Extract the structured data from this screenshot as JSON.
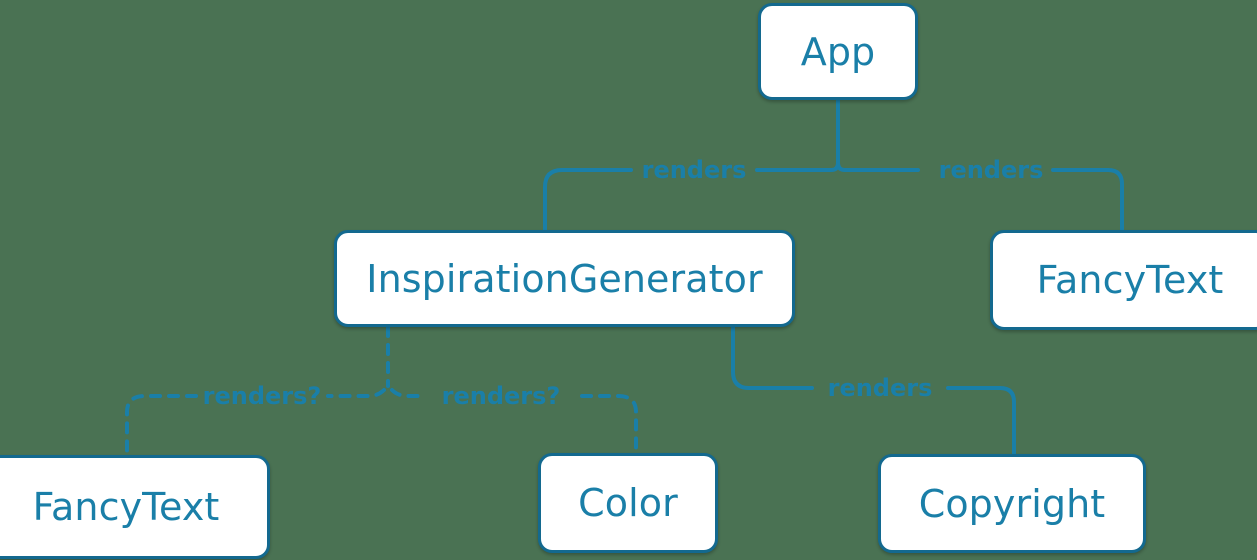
{
  "diagram": {
    "kind": "component-tree",
    "background_color": "#4a7253",
    "node_fill": "#ffffff",
    "node_border_color": "#13698f",
    "node_text_color": "#1a7fa8",
    "edge_color": "#1a7fa8",
    "nodes": [
      {
        "id": "app",
        "label": "App"
      },
      {
        "id": "inspiration-generator",
        "label": "InspirationGenerator"
      },
      {
        "id": "fancy-text-right",
        "label": "FancyText"
      },
      {
        "id": "fancy-text-bottom",
        "label": "FancyText"
      },
      {
        "id": "color",
        "label": "Color"
      },
      {
        "id": "copyright",
        "label": "Copyright"
      }
    ],
    "edges": [
      {
        "id": "app-to-inspiration",
        "from": "app",
        "to": "inspiration-generator",
        "label": "renders",
        "style": "solid"
      },
      {
        "id": "app-to-fancytext",
        "from": "app",
        "to": "fancy-text-right",
        "label": "renders",
        "style": "solid"
      },
      {
        "id": "inspiration-to-fancytext",
        "from": "inspiration-generator",
        "to": "fancy-text-bottom",
        "label": "renders?",
        "style": "dashed"
      },
      {
        "id": "inspiration-to-color",
        "from": "inspiration-generator",
        "to": "color",
        "label": "renders?",
        "style": "dashed"
      },
      {
        "id": "inspiration-to-copyright",
        "from": "inspiration-generator",
        "to": "copyright",
        "label": "renders",
        "style": "solid"
      }
    ]
  }
}
